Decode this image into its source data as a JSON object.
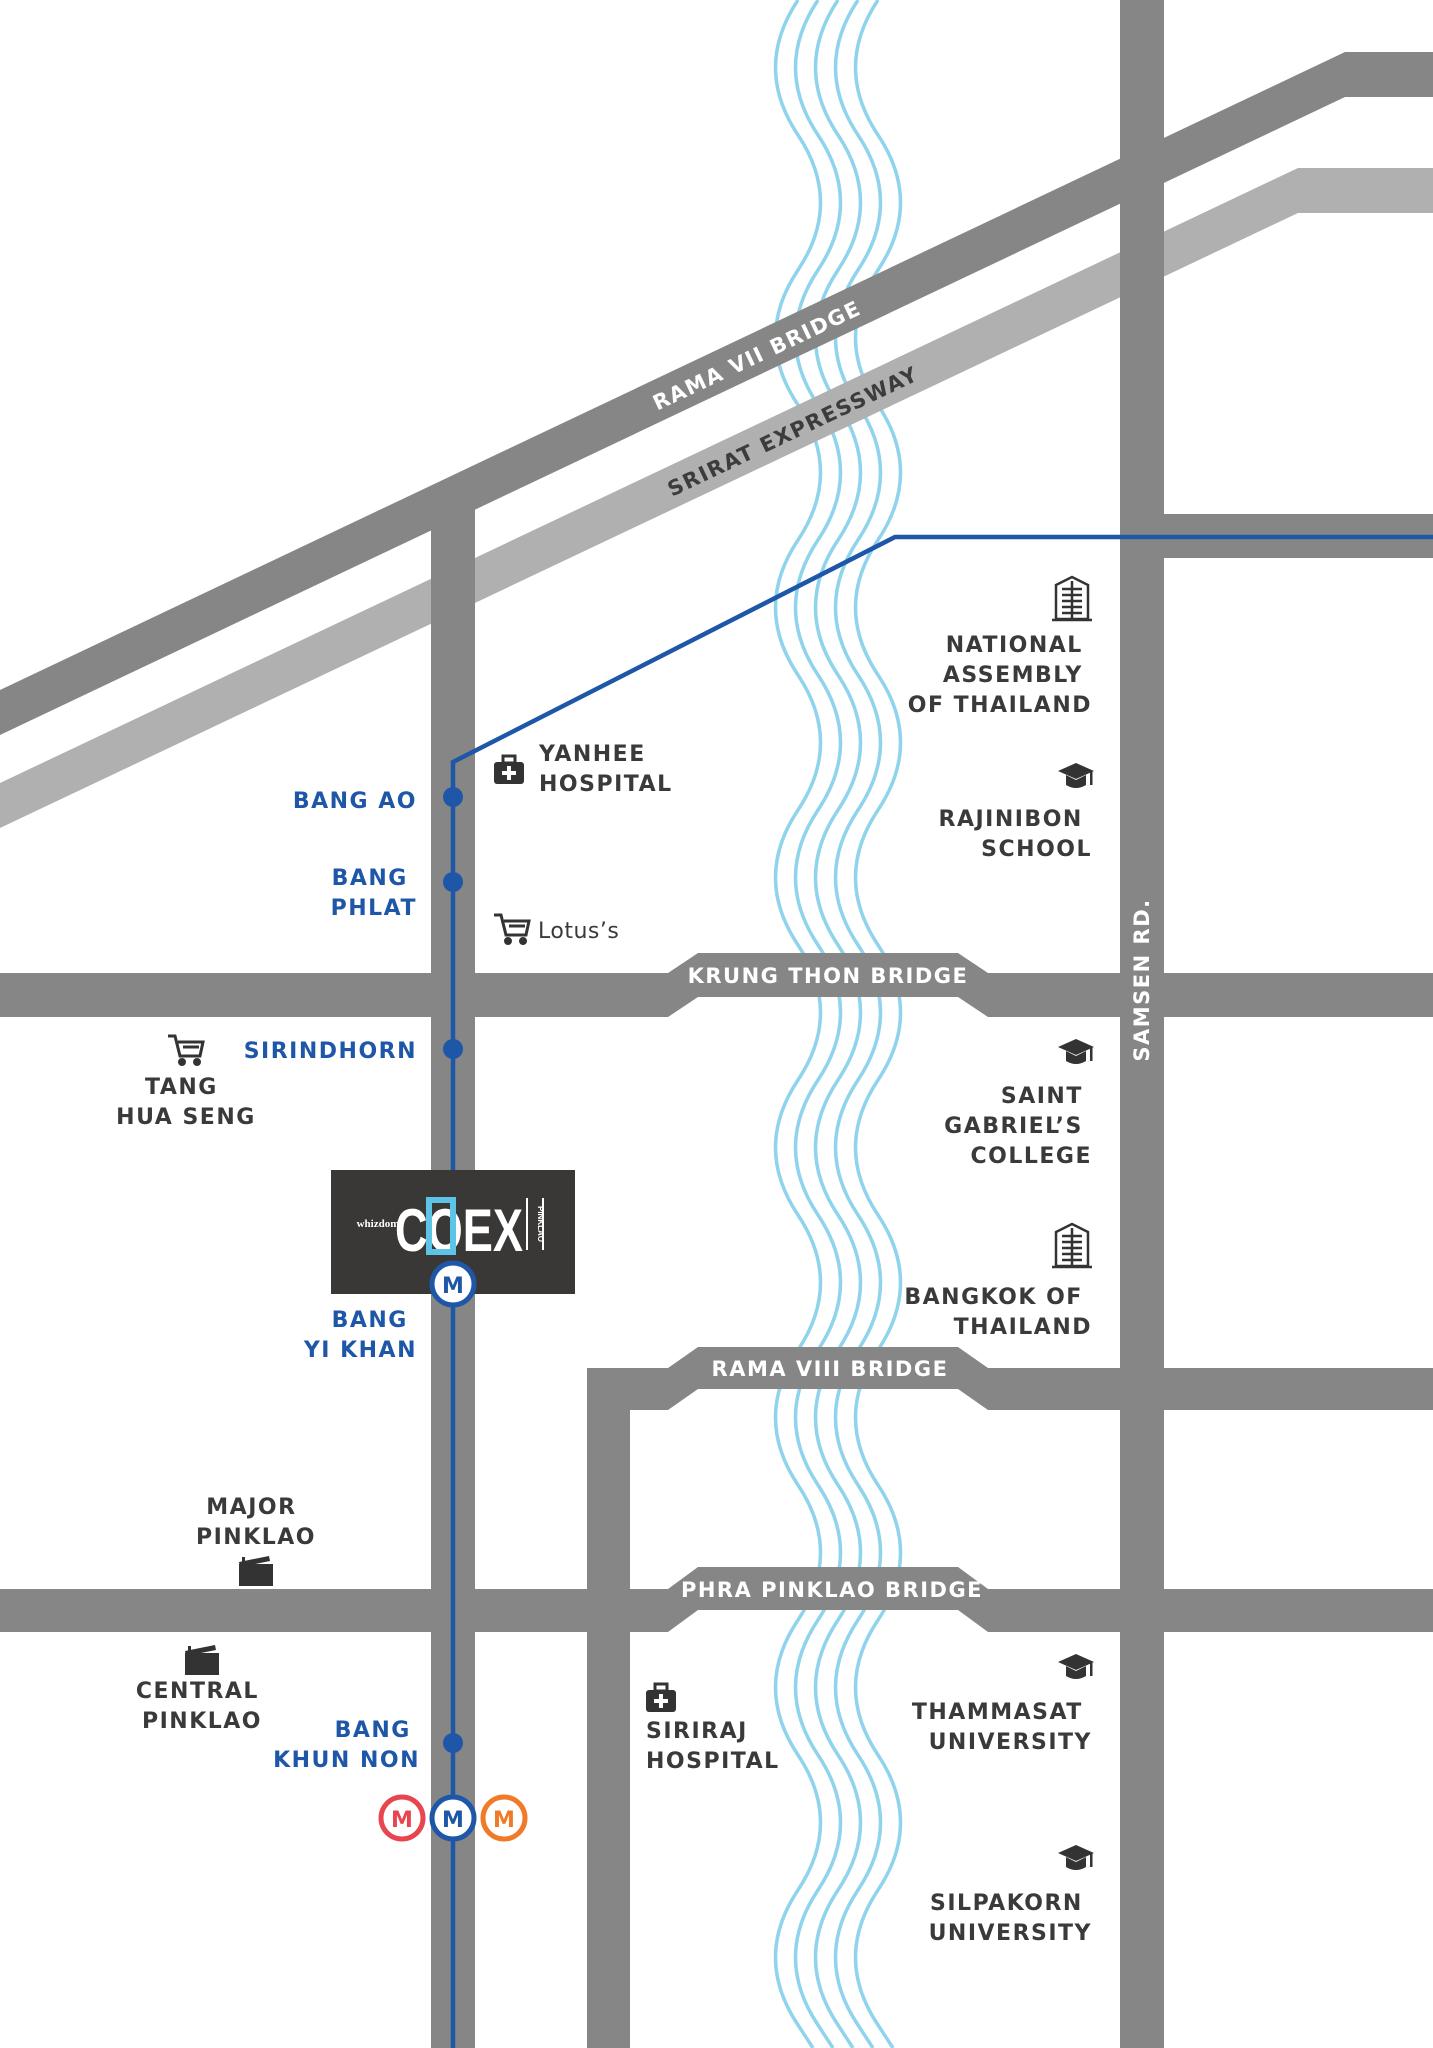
{
  "colors": {
    "road": "#868686",
    "expressway": "#b0b0b0",
    "river": "#8fd3ec",
    "metro_line": "#1f57a8",
    "station_text": "#1f57a8",
    "poi_text": "#3a3a3a",
    "logo_bg": "#3a3836",
    "logo_accent": "#5ec4e6",
    "metro_red": "#e8454f",
    "metro_blue": "#1f57a8",
    "metro_orange": "#f07a27"
  },
  "roads": {
    "rama7": "RAMA VII BRIDGE",
    "sirirat": "SRIRAT EXPRESSWAY",
    "krung_thon": "KRUNG THON BRIDGE",
    "rama8": "RAMA VIII BRIDGE",
    "phra_pinklao": "PHRA PINKLAO BRIDGE",
    "samsen": "SAMSEN RD."
  },
  "stations": {
    "bang_ao": [
      "BANG AO"
    ],
    "bang_phlat": [
      "BANG",
      "PHLAT"
    ],
    "sirindhorn": [
      "SIRINDHORN"
    ],
    "bang_yi_khan": [
      "BANG",
      "YI KHAN"
    ],
    "bang_khun_non": [
      "BANG",
      "KHUN NON"
    ]
  },
  "places": {
    "yanhee": {
      "lines": [
        "YANHEE",
        "HOSPITAL"
      ],
      "icon": "hospital-icon"
    },
    "lotus": {
      "lines": [
        "Lotus’s"
      ],
      "icon": "cart-icon"
    },
    "tang_hua_seng": {
      "lines": [
        "TANG",
        "HUA SENG"
      ],
      "icon": "cart-icon"
    },
    "major_pinklao": {
      "lines": [
        "MAJOR",
        "PINKLAO"
      ],
      "icon": "cinema-icon"
    },
    "central_pinklao": {
      "lines": [
        "CENTRAL",
        "PINKLAO"
      ],
      "icon": "cinema-icon"
    },
    "siriraj": {
      "lines": [
        "SIRIRAJ",
        "HOSPITAL"
      ],
      "icon": "hospital-icon"
    },
    "national_assembly": {
      "lines": [
        "NATIONAL",
        "ASSEMBLY",
        "OF THAILAND"
      ],
      "icon": "building-icon"
    },
    "rajinibon": {
      "lines": [
        "RAJINIBON",
        "SCHOOL"
      ],
      "icon": "graduation-cap-icon"
    },
    "saint_gabriel": {
      "lines": [
        "SAINT",
        "GABRIEL’S",
        "COLLEGE"
      ],
      "icon": "graduation-cap-icon"
    },
    "bangkok_of_thailand": {
      "lines": [
        "BANGKOK OF",
        "THAILAND"
      ],
      "icon": "building-icon"
    },
    "thammasat": {
      "lines": [
        "THAMMASAT",
        "UNIVERSITY"
      ],
      "icon": "graduation-cap-icon"
    },
    "silpakorn": {
      "lines": [
        "SILPAKORN",
        "UNIVERSITY"
      ],
      "icon": "graduation-cap-icon"
    }
  },
  "logo": {
    "brand_small": "whizdom",
    "name": "COEX",
    "sub": "PINKLAO",
    "metro_badge": "M"
  },
  "interchange": [
    "M",
    "M",
    "M"
  ]
}
